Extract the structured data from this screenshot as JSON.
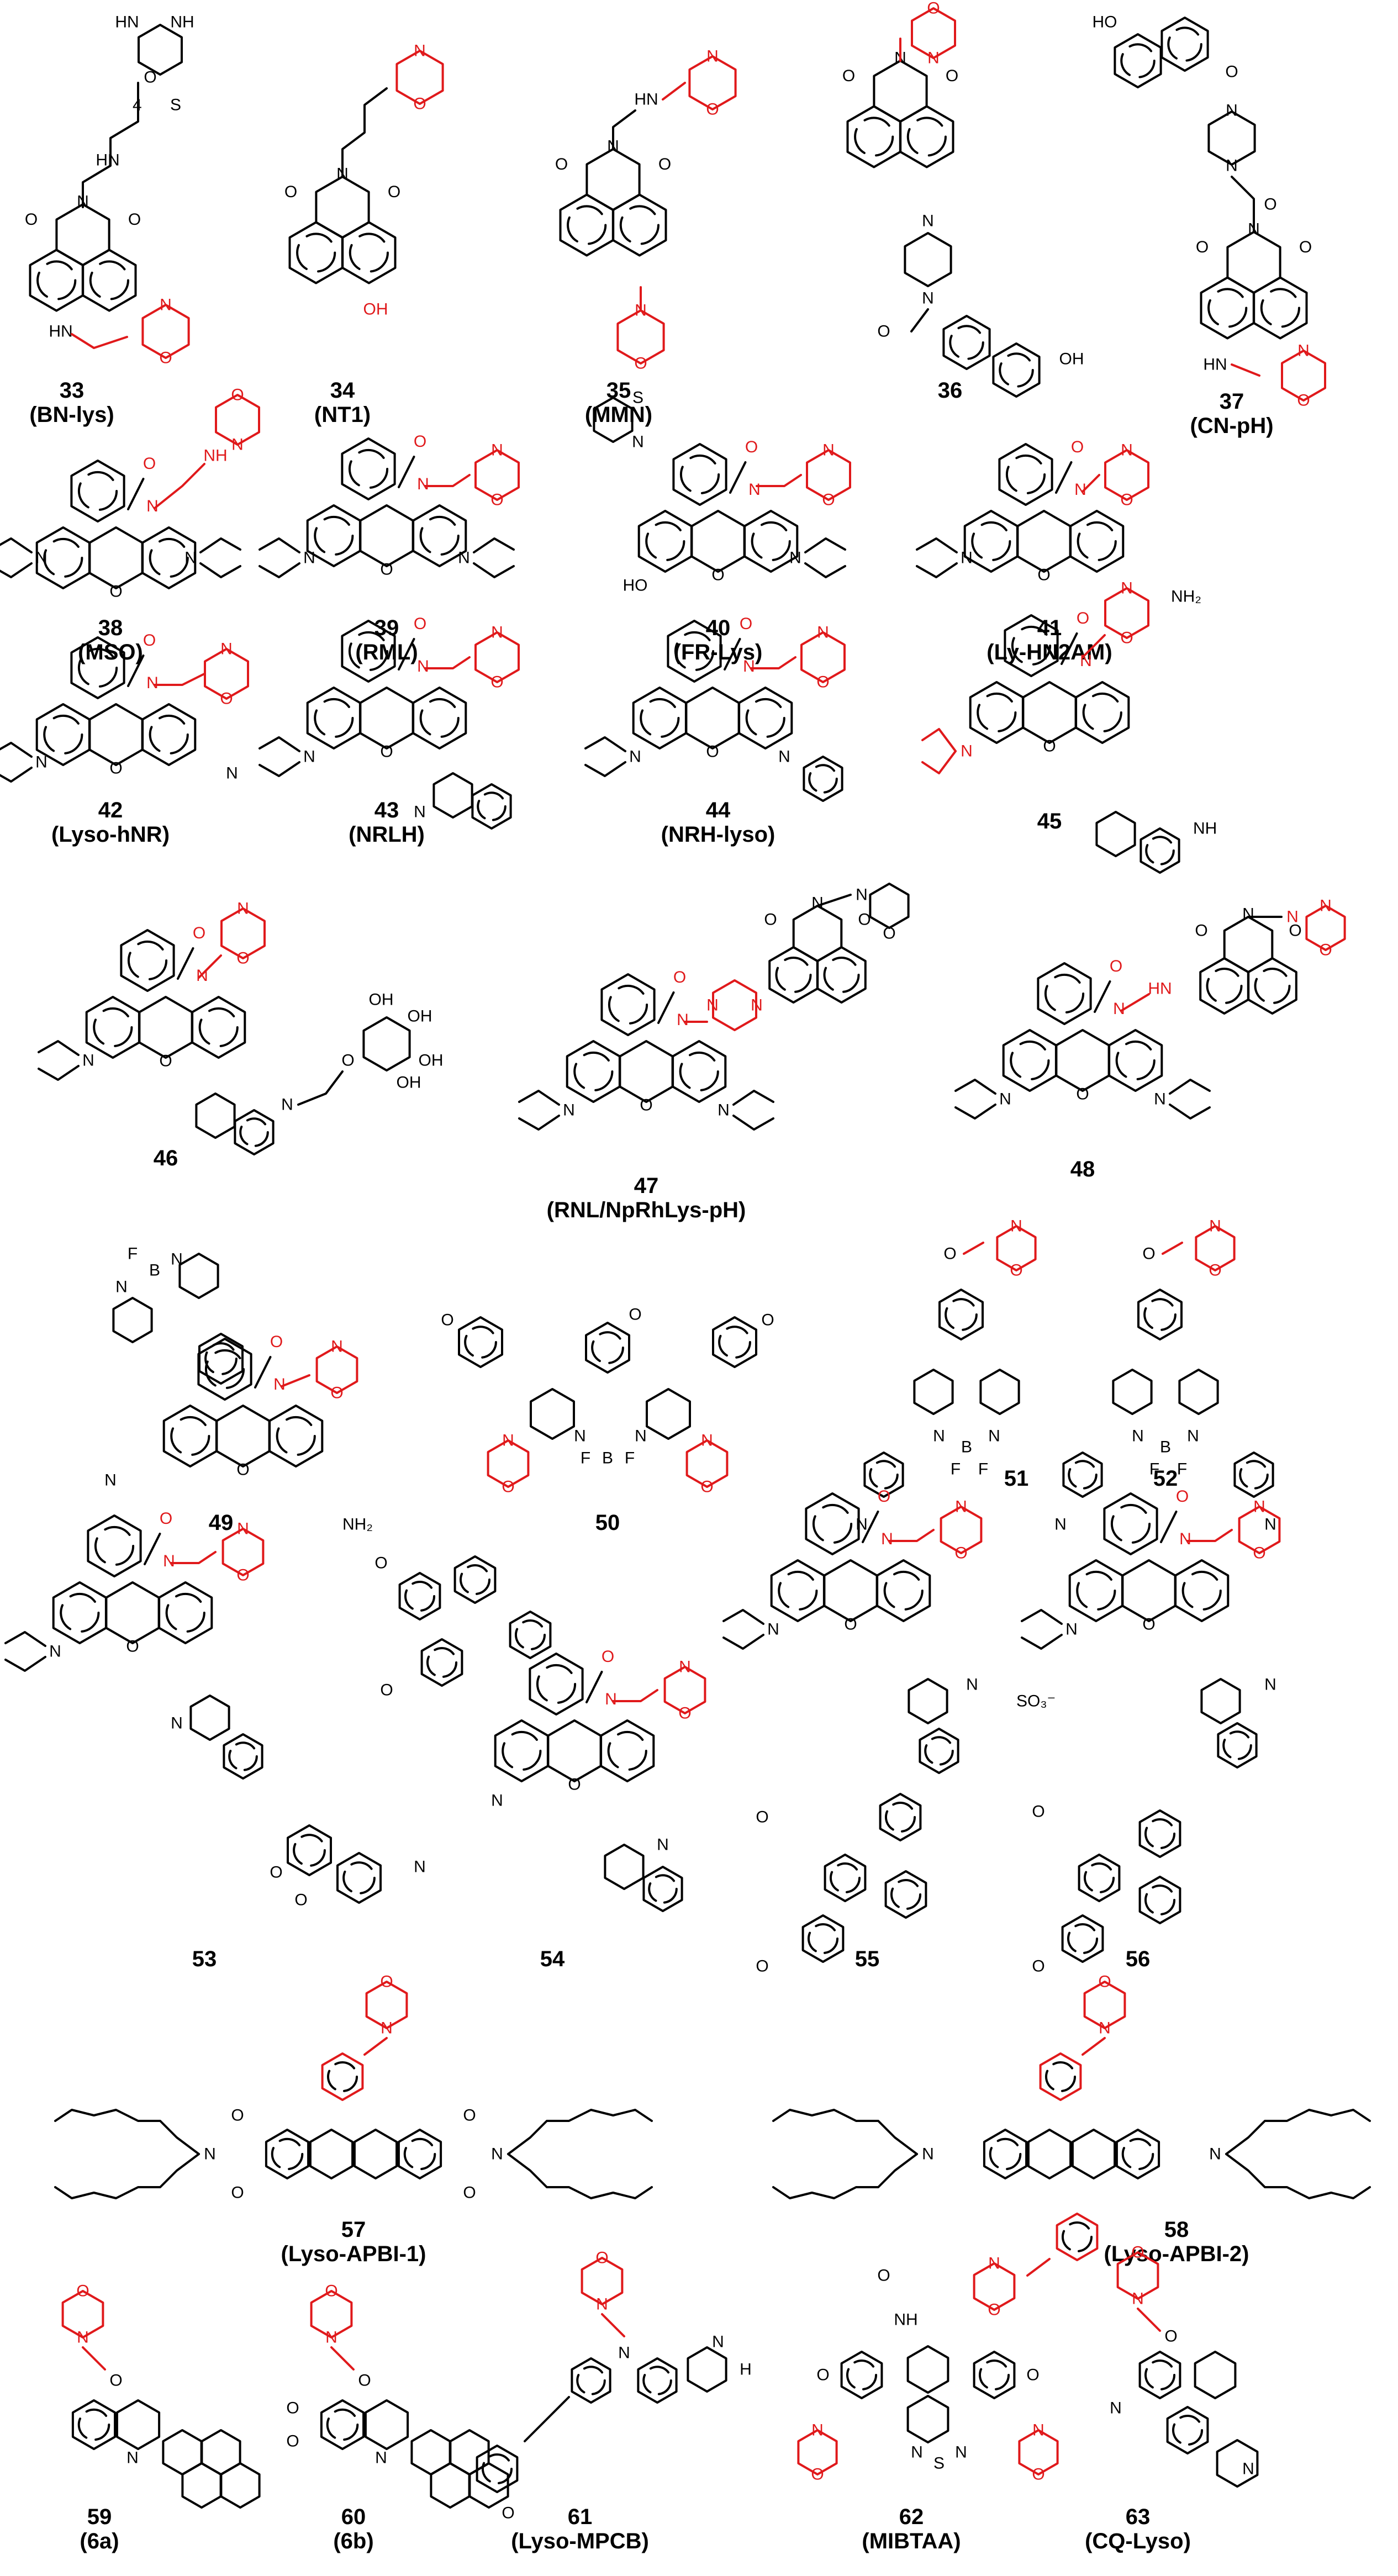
{
  "compounds": [
    {
      "number": "33",
      "name": "(BN-lys)"
    },
    {
      "number": "34",
      "name": "(NT1)"
    },
    {
      "number": "35",
      "name": "(MMN)"
    },
    {
      "number": "36",
      "name": ""
    },
    {
      "number": "37",
      "name": "(CN-pH)"
    },
    {
      "number": "38",
      "name": "(MSO)"
    },
    {
      "number": "39",
      "name": "(RML)"
    },
    {
      "number": "40",
      "name": "(FR-Lys)"
    },
    {
      "number": "41",
      "name": "(Ly-HN2AM)"
    },
    {
      "number": "42",
      "name": "(Lyso-hNR)"
    },
    {
      "number": "43",
      "name": "(NRLH)"
    },
    {
      "number": "44",
      "name": "(NRH-lyso)"
    },
    {
      "number": "45",
      "name": ""
    },
    {
      "number": "46",
      "name": ""
    },
    {
      "number": "47",
      "name": "(RNL/NpRhLys-pH)"
    },
    {
      "number": "48",
      "name": ""
    },
    {
      "number": "49",
      "name": ""
    },
    {
      "number": "50",
      "name": ""
    },
    {
      "number": "51",
      "name": ""
    },
    {
      "number": "52",
      "name": ""
    },
    {
      "number": "53",
      "name": ""
    },
    {
      "number": "54",
      "name": ""
    },
    {
      "number": "55",
      "name": ""
    },
    {
      "number": "56",
      "name": ""
    },
    {
      "number": "57",
      "name": "(Lyso-APBI-1)"
    },
    {
      "number": "58",
      "name": "(Lyso-APBI-2)"
    },
    {
      "number": "59",
      "name": "(6a)"
    },
    {
      "number": "60",
      "name": "(6b)"
    },
    {
      "number": "61",
      "name": "(Lyso-MPCB)"
    },
    {
      "number": "62",
      "name": "(MIBTAA)"
    },
    {
      "number": "63",
      "name": "(CQ-Lyso)"
    }
  ],
  "atom_labels": {
    "O": "O",
    "N": "N",
    "S": "S",
    "H": "H",
    "F": "F",
    "B": "B",
    "NH": "NH",
    "HN": "HN",
    "OH": "OH",
    "HO": "HO",
    "NH2": "NH₂",
    "SO3": "SO₃⁻",
    "sub2": "2",
    "sub3": "3",
    "sub4": "4"
  },
  "colors": {
    "bond": "#000000",
    "lysosome_targeting_group": "#e0191b"
  }
}
